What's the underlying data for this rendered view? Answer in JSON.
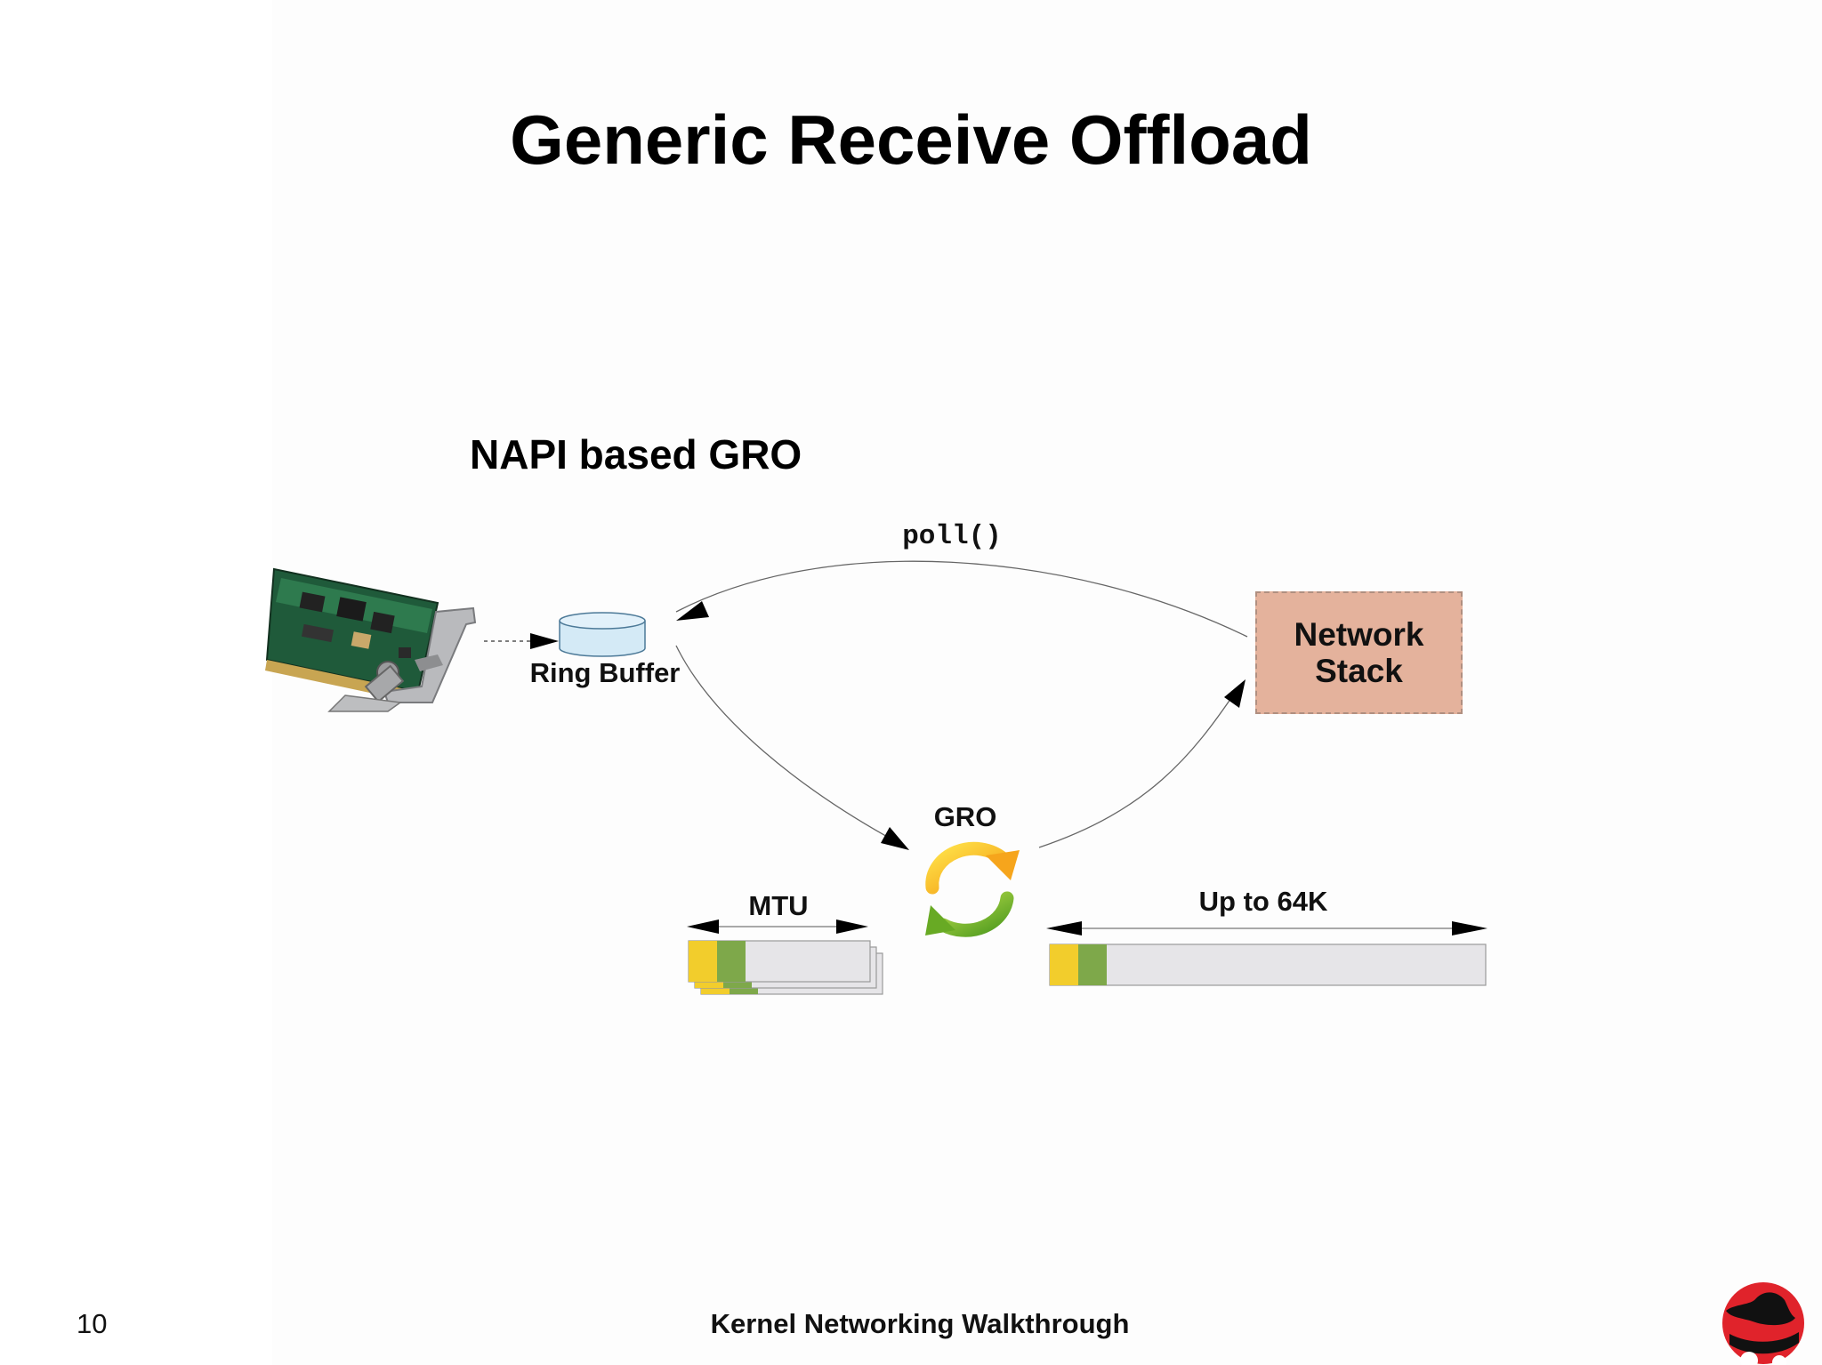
{
  "slide": {
    "title": "Generic Receive Offload",
    "subtitle": "NAPI based GRO",
    "page_number": "10",
    "footer": "Kernel Networking Walkthrough"
  },
  "diagram": {
    "poll_label": "poll()",
    "ring_buffer_label": "Ring Buffer",
    "network_stack_label": "Network Stack",
    "gro_label": "GRO",
    "mtu_label": "MTU",
    "up_to_label": "Up to 64K"
  },
  "colors": {
    "network_stack_fill": "#e4b29c",
    "ring_buffer_fill": "#d4eaf6",
    "header_yellow": "#f2cd2c",
    "header_green": "#7ea84a",
    "payload_gray": "#e6e5e8",
    "redhat_red": "#e0232b"
  },
  "icons": {
    "nic": "network-card-icon",
    "gro": "refresh-cycle-icon",
    "logo": "red-hat-logo"
  }
}
